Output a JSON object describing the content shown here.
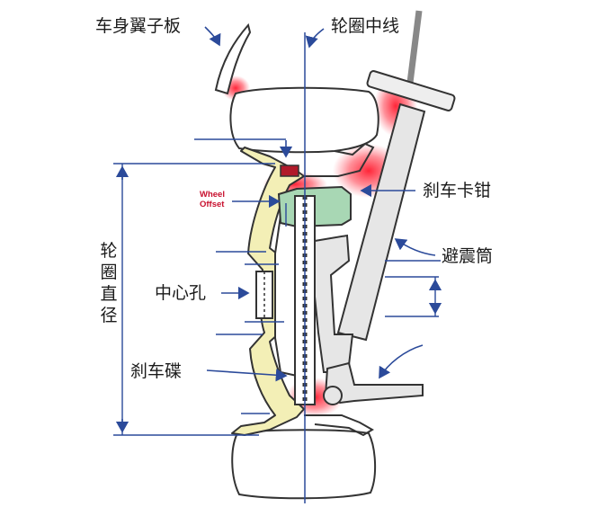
{
  "labels": {
    "fender": "车身翼子板",
    "rim_centerline": "轮圈中线",
    "brake_caliper": "刹车卡钳",
    "shock_absorber": "避震筒",
    "center_hole": "中心孔",
    "brake_disc": "刹车碟",
    "wheel_offset_line1": "Wheel",
    "wheel_offset_line2": "Offset",
    "rim_diameter": [
      "轮",
      "圈",
      "直",
      "径"
    ]
  },
  "colors": {
    "outline": "#333333",
    "dimension_line": "#2b4a9a",
    "rim_yellow": "#f3efb6",
    "caliper_green": "#a8d7b4",
    "strut_grey": "#e6e6e6",
    "highlight_red": "#e8162b",
    "wheel_offset_red": "#c8102e"
  }
}
